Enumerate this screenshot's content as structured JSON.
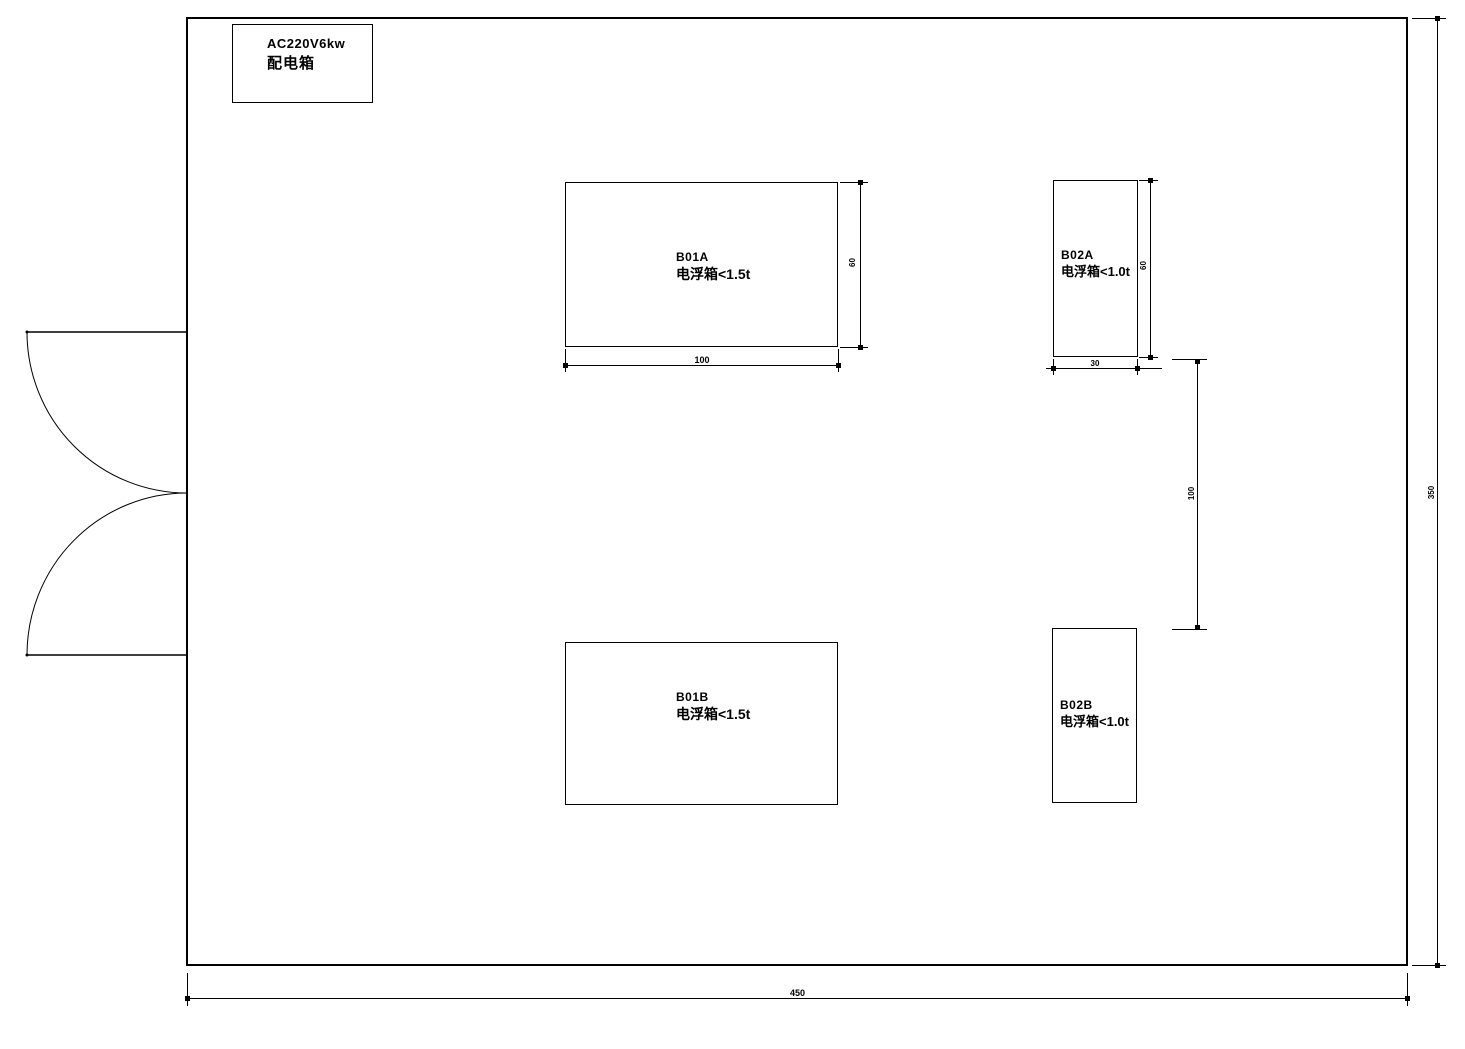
{
  "power_box": {
    "line1": "AC220V6kw",
    "line2": "配电箱"
  },
  "equipment": {
    "b01a": {
      "id": "B01A",
      "spec": "电浮箱<1.5t"
    },
    "b02a": {
      "id": "B02A",
      "spec": "电浮箱<1.0t"
    },
    "b01b": {
      "id": "B01B",
      "spec": "电浮箱<1.5t"
    },
    "b02b": {
      "id": "B02B",
      "spec": "电浮箱<1.0t"
    }
  },
  "dimensions": {
    "b01a_width": "100",
    "b01a_height": "60",
    "b02a_width": "30",
    "b02a_height": "60",
    "b02a_b02b_gap": "100",
    "room_width": "450",
    "room_height": "350"
  },
  "colors": {
    "line": "#000000",
    "background": "#ffffff"
  }
}
